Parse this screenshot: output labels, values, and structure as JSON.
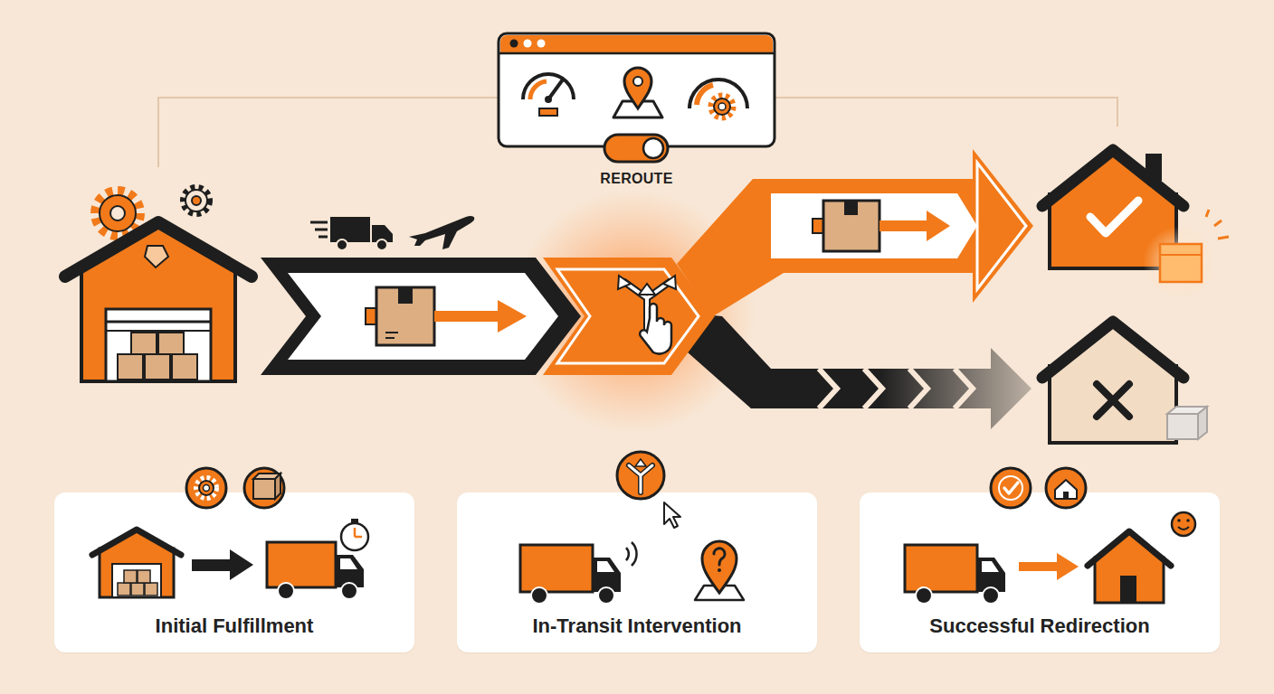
{
  "diagram": {
    "nodes": [
      {
        "text": [
          "REROUTE"
        ]
      },
      {
        "text": [
          "Initial Fulfillment"
        ]
      },
      {
        "text": [
          "In-Transit Intervention"
        ]
      },
      {
        "text": [
          "Successful Redirection"
        ]
      }
    ]
  }
}
